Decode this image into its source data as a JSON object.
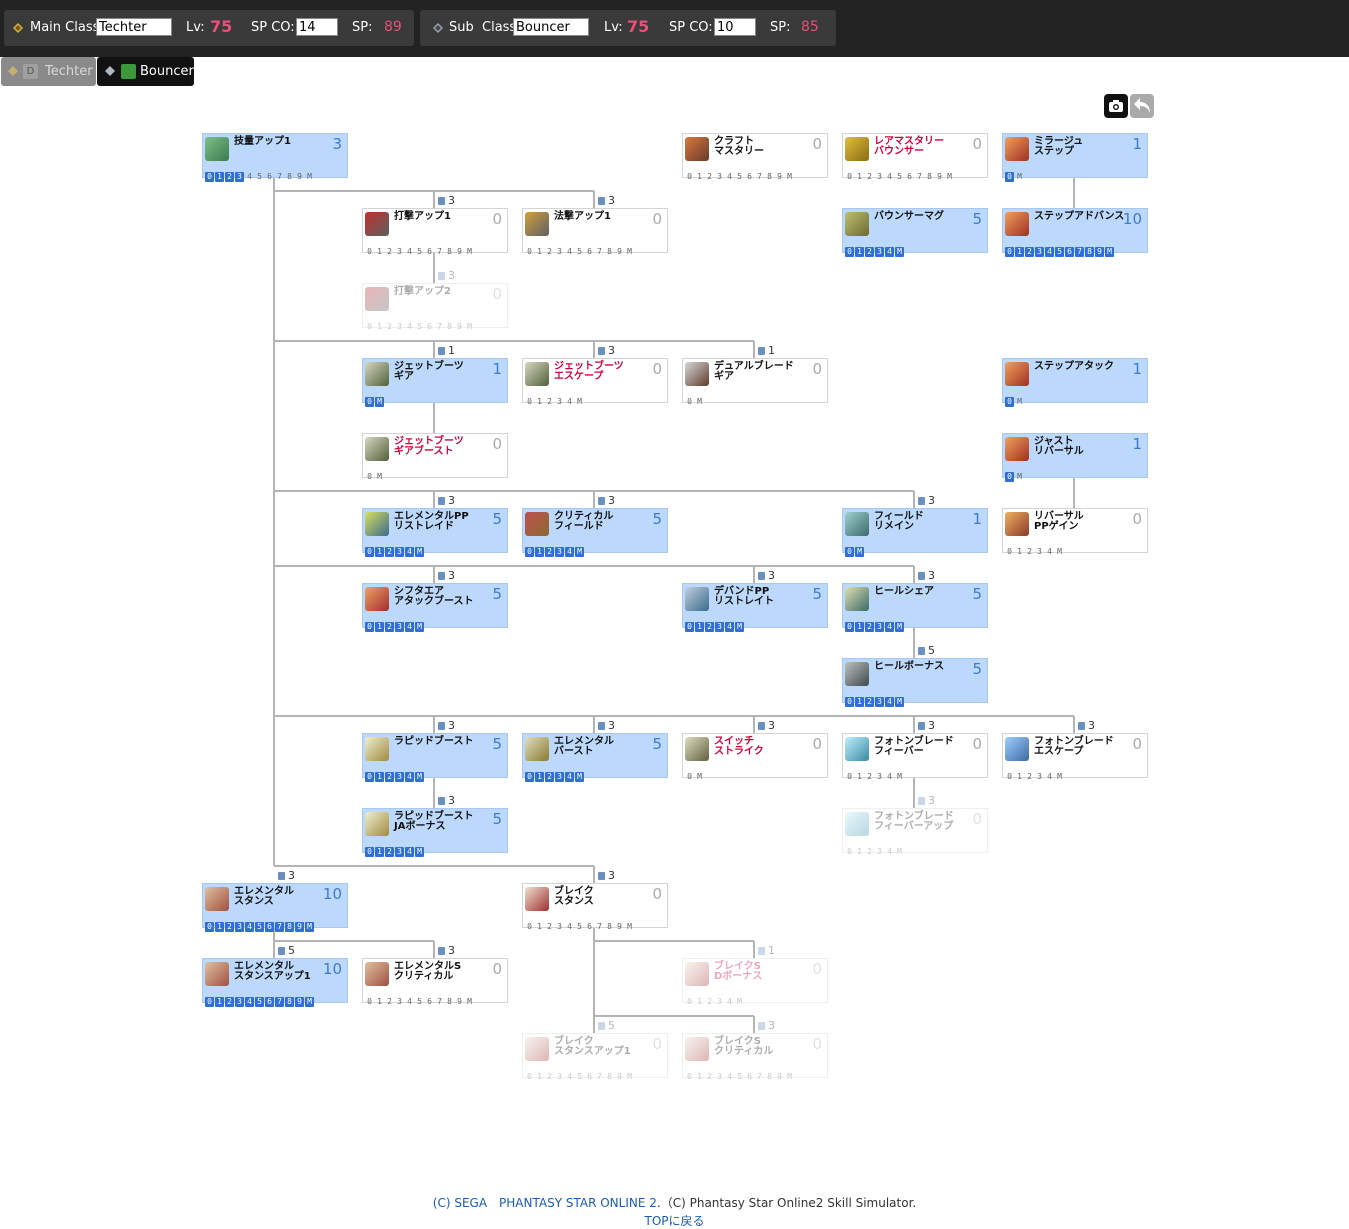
{
  "main_class": {
    "label": "Main Class",
    "value": "Techter",
    "lv_label": "Lv:",
    "lv": "75",
    "spco_label": "SP CO:",
    "spco": "14",
    "sp_label": "SP:",
    "sp": "89"
  },
  "sub_class": {
    "label": "Sub  Class",
    "value": "Bouncer",
    "lv_label": "Lv:",
    "lv": "75",
    "spco_label": "SP CO:",
    "spco": "10",
    "sp_label": "SP:",
    "sp": "85"
  },
  "tabs": [
    {
      "label": "Techter",
      "active": false
    },
    {
      "label": "Bouncer",
      "active": true
    }
  ],
  "toolbar": {
    "camera_icon": "camera-icon",
    "undo_icon": "undo-arrow-icon"
  },
  "colors": {
    "selected": "#2f6fd6",
    "active_node": "#bcd8fb",
    "highlight_name": "#d0003a",
    "sp_value": "#e8507a"
  },
  "skills": [
    {
      "name": "技量アップ1",
      "level": "3",
      "max": 10,
      "sel": 3,
      "on": true,
      "red": false,
      "faded": false,
      "icon": "crosshair-icon",
      "ic": [
        "#3a7a4e",
        "#7fc08a"
      ]
    },
    {
      "name": "クラフト\nマスタリー",
      "level": "0",
      "max": 10,
      "sel": -1,
      "on": false,
      "red": false,
      "faded": false,
      "icon": "craft-boots-icon",
      "ic": [
        "#6a3a2a",
        "#d87a40"
      ]
    },
    {
      "name": "レアマスタリー\nバウンサー",
      "level": "0",
      "max": 10,
      "sel": -1,
      "on": false,
      "red": true,
      "faded": false,
      "icon": "rare-boots-icon",
      "ic": [
        "#8a6a10",
        "#e0c040"
      ]
    },
    {
      "name": "ミラージュ\nステップ",
      "level": "1",
      "max": 1,
      "sel": 0,
      "on": true,
      "red": false,
      "faded": false,
      "icon": "mirage-step-icon",
      "ic": [
        "#a03020",
        "#f0a060"
      ]
    },
    {
      "name": "打撃アップ1",
      "level": "0",
      "max": 10,
      "sel": -1,
      "on": false,
      "red": false,
      "faded": false,
      "icon": "sword-icon",
      "ic": [
        "#606060",
        "#c03030"
      ]
    },
    {
      "name": "法撃アップ1",
      "level": "0",
      "max": 10,
      "sel": -1,
      "on": false,
      "red": false,
      "faded": false,
      "icon": "rod-icon",
      "ic": [
        "#606060",
        "#d0a040"
      ]
    },
    {
      "name": "バウンサーマグ",
      "level": "5",
      "max": 5,
      "sel": 4,
      "on": true,
      "red": false,
      "faded": false,
      "icon": "mag-icon",
      "ic": [
        "#6a6a30",
        "#c0c070"
      ]
    },
    {
      "name": "ステップアドバンス",
      "level": "10",
      "max": 10,
      "sel": 9,
      "on": true,
      "red": false,
      "faded": false,
      "icon": "step-advance-icon",
      "ic": [
        "#a03020",
        "#f0a060"
      ]
    },
    {
      "name": "打撃アップ2",
      "level": "0",
      "max": 10,
      "sel": -1,
      "on": false,
      "red": false,
      "faded": true,
      "icon": "sword-icon",
      "ic": [
        "#606060",
        "#c03030"
      ]
    },
    {
      "name": "ジェットブーツ\nギア",
      "level": "1",
      "max": 1,
      "sel": 1,
      "on": true,
      "red": false,
      "faded": false,
      "icon": "jet-boots-icon",
      "ic": [
        "#50603a",
        "#d8d8c0"
      ]
    },
    {
      "name": "ジェットブーツ\nエスケープ",
      "level": "0",
      "max": 5,
      "sel": -1,
      "on": false,
      "red": true,
      "faded": false,
      "icon": "jet-boots-icon",
      "ic": [
        "#50603a",
        "#d8d8c0"
      ]
    },
    {
      "name": "デュアルブレード\nギア",
      "level": "0",
      "max": 1,
      "sel": -1,
      "on": false,
      "red": false,
      "faded": false,
      "icon": "dual-blade-icon",
      "ic": [
        "#603a2a",
        "#d8d8d8"
      ]
    },
    {
      "name": "ステップアタック",
      "level": "1",
      "max": 1,
      "sel": 0,
      "on": true,
      "red": false,
      "faded": false,
      "icon": "step-attack-icon",
      "ic": [
        "#a03020",
        "#f0a060"
      ]
    },
    {
      "name": "ジェットブーツ\nギアブースト",
      "level": "0",
      "max": 1,
      "sel": -1,
      "on": false,
      "red": true,
      "faded": false,
      "icon": "jet-boots-icon",
      "ic": [
        "#50603a",
        "#d8d8c0"
      ]
    },
    {
      "name": "ジャスト\nリバーサル",
      "level": "1",
      "max": 1,
      "sel": 0,
      "on": true,
      "red": false,
      "faded": false,
      "icon": "just-reversal-icon",
      "ic": [
        "#a03020",
        "#f0a060"
      ]
    },
    {
      "name": "エレメンタルPP\nリストレイド",
      "level": "5",
      "max": 5,
      "sel": 4,
      "on": true,
      "red": false,
      "faded": false,
      "icon": "pp-element-icon",
      "ic": [
        "#3a6a8a",
        "#d8e060"
      ]
    },
    {
      "name": "クリティカル\nフィールド",
      "level": "5",
      "max": 5,
      "sel": 4,
      "on": true,
      "red": false,
      "faded": false,
      "icon": "critical-field-icon",
      "ic": [
        "#8a6a30",
        "#c05050"
      ]
    },
    {
      "name": "フィールド\nリメイン",
      "level": "1",
      "max": 1,
      "sel": 1,
      "on": true,
      "red": false,
      "faded": false,
      "icon": "field-remain-icon",
      "ic": [
        "#3a6a6a",
        "#a0d0d0"
      ]
    },
    {
      "name": "リバーサル\nPPゲイン",
      "level": "0",
      "max": 5,
      "sel": -1,
      "on": false,
      "red": false,
      "faded": false,
      "icon": "pp-gain-icon",
      "ic": [
        "#8a3a2a",
        "#f0b060"
      ]
    },
    {
      "name": "シフタエア\nアタックブースト",
      "level": "5",
      "max": 5,
      "sel": 4,
      "on": true,
      "red": false,
      "faded": false,
      "icon": "shifta-air-icon",
      "ic": [
        "#a03030",
        "#f0a060"
      ]
    },
    {
      "name": "デバンドPP\nリストレイト",
      "level": "5",
      "max": 5,
      "sel": 4,
      "on": true,
      "red": false,
      "faded": false,
      "icon": "deband-pp-icon",
      "ic": [
        "#3a6a8a",
        "#c0d0e0"
      ]
    },
    {
      "name": "ヒールシェア",
      "level": "5",
      "max": 5,
      "sel": 4,
      "on": true,
      "red": false,
      "faded": false,
      "icon": "heal-share-icon",
      "ic": [
        "#3a6a6a",
        "#e0e0b0"
      ]
    },
    {
      "name": "ヒールボーナス",
      "level": "5",
      "max": 5,
      "sel": 4,
      "on": true,
      "red": false,
      "faded": false,
      "icon": "heal-bonus-icon",
      "ic": [
        "#3a4a4a",
        "#c0c0c0"
      ]
    },
    {
      "name": "ラピッドブースト",
      "level": "5",
      "max": 5,
      "sel": 4,
      "on": true,
      "red": false,
      "faded": false,
      "icon": "rapid-boost-icon",
      "ic": [
        "#a08a40",
        "#f0f0d0"
      ]
    },
    {
      "name": "エレメンタル\nバースト",
      "level": "5",
      "max": 5,
      "sel": 4,
      "on": true,
      "red": false,
      "faded": false,
      "icon": "elemental-burst-icon",
      "ic": [
        "#8a7a30",
        "#e0e0c0"
      ]
    },
    {
      "name": "スイッチ\nストライク",
      "level": "0",
      "max": 1,
      "sel": -1,
      "on": false,
      "red": true,
      "faded": false,
      "icon": "switch-strike-icon",
      "ic": [
        "#606040",
        "#e0e0c0"
      ]
    },
    {
      "name": "フォトンブレード\nフィーバー",
      "level": "0",
      "max": 5,
      "sel": -1,
      "on": false,
      "red": false,
      "faded": false,
      "icon": "photon-blade-icon",
      "ic": [
        "#3a8aa0",
        "#c0f0ff"
      ]
    },
    {
      "name": "フォトンブレード\nエスケープ",
      "level": "0",
      "max": 5,
      "sel": -1,
      "on": false,
      "red": false,
      "faded": false,
      "icon": "photon-blade-icon",
      "ic": [
        "#3a6aa0",
        "#a0d0ff"
      ]
    },
    {
      "name": "ラピッドブースト\nJAボーナス",
      "level": "5",
      "max": 5,
      "sel": 4,
      "on": true,
      "red": false,
      "faded": false,
      "icon": "rapid-boost-icon",
      "ic": [
        "#a08a40",
        "#f0f0d0"
      ]
    },
    {
      "name": "フォトンブレード\nフィーバーアップ",
      "level": "0",
      "max": 5,
      "sel": -1,
      "on": false,
      "red": false,
      "faded": true,
      "icon": "photon-blade-icon",
      "ic": [
        "#3a8aa0",
        "#c0f0ff"
      ]
    },
    {
      "name": "エレメンタル\nスタンス",
      "level": "10",
      "max": 10,
      "sel": 9,
      "on": true,
      "red": false,
      "faded": false,
      "icon": "elemental-stance-icon",
      "ic": [
        "#a05040",
        "#e0c0a0"
      ]
    },
    {
      "name": "ブレイク\nスタンス",
      "level": "0",
      "max": 10,
      "sel": -1,
      "on": false,
      "red": false,
      "faded": false,
      "icon": "break-stance-icon",
      "ic": [
        "#a03030",
        "#f0e0d0"
      ]
    },
    {
      "name": "エレメンタル\nスタンスアップ1",
      "level": "10",
      "max": 10,
      "sel": 9,
      "on": true,
      "red": false,
      "faded": false,
      "icon": "elemental-stance-icon",
      "ic": [
        "#a05040",
        "#e0c0a0"
      ]
    },
    {
      "name": "エレメンタルS\nクリティカル",
      "level": "0",
      "max": 10,
      "sel": -1,
      "on": false,
      "red": false,
      "faded": false,
      "icon": "elemental-stance-icon",
      "ic": [
        "#a05040",
        "#e0c0a0"
      ]
    },
    {
      "name": "ブレイクS\nDボーナス",
      "level": "0",
      "max": 5,
      "sel": -1,
      "on": false,
      "red": true,
      "faded": true,
      "icon": "break-stance-icon",
      "ic": [
        "#a03030",
        "#f0e0d0"
      ]
    },
    {
      "name": "ブレイク\nスタンスアップ1",
      "level": "0",
      "max": 10,
      "sel": -1,
      "on": false,
      "red": false,
      "faded": true,
      "icon": "break-stance-icon",
      "ic": [
        "#a03030",
        "#f0e0d0"
      ]
    },
    {
      "name": "ブレイクS\nクリティカル",
      "level": "0",
      "max": 10,
      "sel": -1,
      "on": false,
      "red": false,
      "faded": true,
      "icon": "break-stance-icon",
      "ic": [
        "#a03030",
        "#f0e0d0"
      ]
    }
  ],
  "locks": [
    {
      "req": "3",
      "faded": false
    },
    {
      "req": "3",
      "faded": false
    },
    {
      "req": "3",
      "faded": true
    },
    {
      "req": "1",
      "faded": false
    },
    {
      "req": "3",
      "faded": false
    },
    {
      "req": "1",
      "faded": false
    },
    {
      "req": "3",
      "faded": false
    },
    {
      "req": "3",
      "faded": false
    },
    {
      "req": "3",
      "faded": false
    },
    {
      "req": "3",
      "faded": false
    },
    {
      "req": "3",
      "faded": false
    },
    {
      "req": "3",
      "faded": false
    },
    {
      "req": "5",
      "faded": false
    },
    {
      "req": "3",
      "faded": false
    },
    {
      "req": "3",
      "faded": false
    },
    {
      "req": "3",
      "faded": false
    },
    {
      "req": "3",
      "faded": false
    },
    {
      "req": "3",
      "faded": false
    },
    {
      "req": "3",
      "faded": false
    },
    {
      "req": "3",
      "faded": true
    },
    {
      "req": "3",
      "faded": false
    },
    {
      "req": "3",
      "faded": false
    },
    {
      "req": "5",
      "faded": false
    },
    {
      "req": "3",
      "faded": false
    },
    {
      "req": "1",
      "faded": true
    },
    {
      "req": "5",
      "faded": true
    },
    {
      "req": "3",
      "faded": true
    }
  ],
  "footer": {
    "copyright": "(C) SEGA　PHANTASY STAR ONLINE 2",
    "simulator": ".（C) Phantasy Star Online2 Skill Simulator.",
    "top_link": "TOPに戻る"
  }
}
